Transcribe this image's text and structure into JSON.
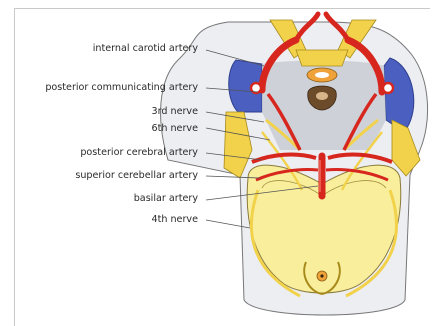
{
  "labels": {
    "internal_carotid_artery": "internal carotid artery",
    "posterior_communicating_artery": "posterior communicating artery",
    "third_nerve": "3rd nerve",
    "sixth_nerve": "6th nerve",
    "posterior_cerebral_artery": "posterior cerebral artery",
    "superior_cerebellar_artery": "superior cerebellar artery",
    "basilar_artery": "basilar artery",
    "fourth_nerve": "4th nerve"
  },
  "colors": {
    "artery": "#d7261e",
    "artery_dark": "#9a1812",
    "nerve_yellow": "#f2d24b",
    "brainstem": "#f8ee9c",
    "blue_region": "#4a5fbf",
    "dura_gray": "#c9cdd4",
    "leader": "#555555"
  }
}
